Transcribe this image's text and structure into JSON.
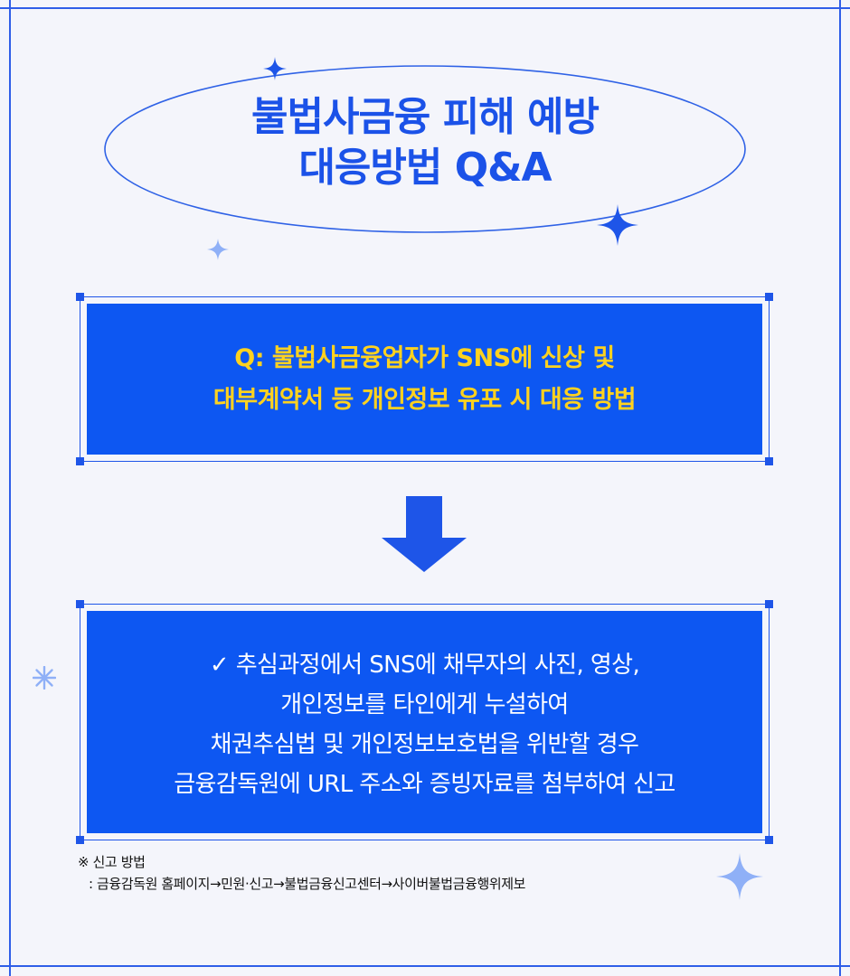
{
  "title": {
    "line1": "불법사금융 피해 예방",
    "line2": "대응방법 Q&A"
  },
  "question": {
    "line1": "Q: 불법사금융업자가 SNS에 신상 및",
    "line2": "대부계약서 등 개인정보 유포 시 대응 방법"
  },
  "answer": {
    "line1": "✓ 추심과정에서 SNS에 채무자의 사진, 영상,",
    "line2": "개인정보를 타인에게 누설하여",
    "line3": "채권추심법 및 개인정보보호법을 위반할 경우",
    "line4": "금융감독원에 URL 주소와 증빙자료를 첨부하여 신고"
  },
  "note": {
    "line1": "※ 신고 방법",
    "line2": ": 금융감독원 홈페이지→민원·신고→불법금융신고센터→사이버불법금융행위제보"
  },
  "icons": {
    "arrow": "arrow-down-icon",
    "sparkle": "sparkle-icon",
    "asterisk": "asterisk-icon"
  },
  "colors": {
    "primary_blue": "#0d57f2",
    "title_blue": "#1b52e8",
    "question_yellow": "#ffd21f",
    "background": "#f4f5fb"
  }
}
